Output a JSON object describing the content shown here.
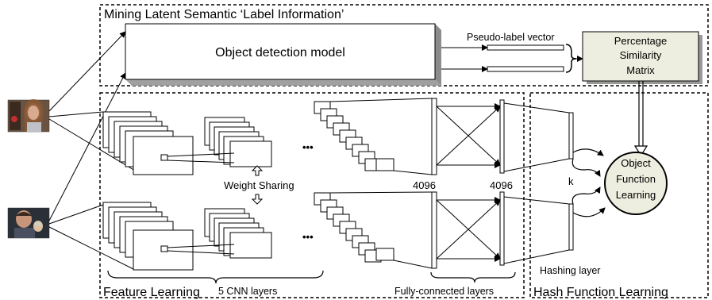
{
  "sections": {
    "mining_title": "Mining Latent Semantic  ‘Label Information’",
    "feature_learning": "Feature Learning",
    "hash_function_learning": "Hash Function Learning"
  },
  "detection": {
    "model_label": "Object detection model",
    "pseudo_label": "Pseudo-label vector"
  },
  "similarity": {
    "line1": "Percentage",
    "line2": "Similarity",
    "line3": "Matrix"
  },
  "objective": {
    "line1": "Object",
    "line2": "Function",
    "line3": "Learning"
  },
  "labels": {
    "weight_sharing": "Weight Sharing",
    "cnn_layers": "5 CNN layers",
    "fc_layers": "Fully-connected layers",
    "fc1_size": "4096",
    "fc2_size": "4096",
    "hash_dim": "k",
    "hashing_layer": "Hashing layer",
    "ellipsis": "•••"
  },
  "colors": {
    "box_fill": "#eeeee0",
    "circle_fill": "#eeeee0",
    "shadow": "#aaaaaa"
  },
  "icons": [
    "photo-girl-icon",
    "photo-man-icon"
  ]
}
